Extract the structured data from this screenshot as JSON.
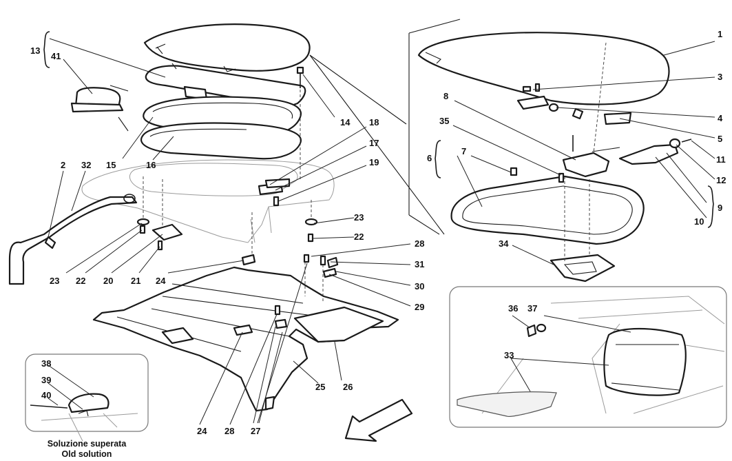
{
  "labels": {
    "l1": "1",
    "l2": "2",
    "l3": "3",
    "l4": "4",
    "l5": "5",
    "l6": "6",
    "l7": "7",
    "l8": "8",
    "l9": "9",
    "l10": "10",
    "l11": "11",
    "l12": "12",
    "l13": "13",
    "l14": "14",
    "l15": "15",
    "l16": "16",
    "l17": "17",
    "l18": "18",
    "l19": "19",
    "l20": "20",
    "l21": "21",
    "l22": "22",
    "l22b": "22",
    "l23": "23",
    "l23b": "23",
    "l24": "24",
    "l24b": "24",
    "l25": "25",
    "l26": "26",
    "l27": "27",
    "l28": "28",
    "l28b": "28",
    "l29": "29",
    "l30": "30",
    "l31": "31",
    "l32": "32",
    "l33": "33",
    "l34": "34",
    "l35": "35",
    "l36": "36",
    "l37": "37",
    "l38": "38",
    "l39": "39",
    "l40": "40",
    "l41": "41"
  },
  "inset_caption": {
    "line1": "Soluzione superata",
    "line2": "Old solution"
  },
  "colors": {
    "ink": "#1a1a1a",
    "paper": "#ffffff",
    "inset_border": "#777777"
  }
}
